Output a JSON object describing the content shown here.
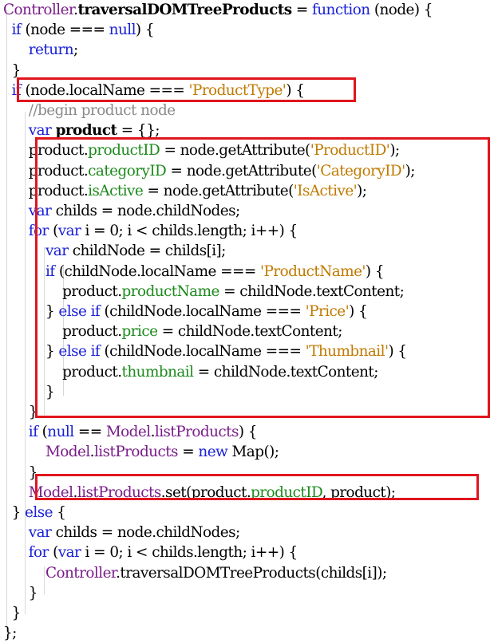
{
  "code_lines": [
    [
      {
        "t": "Controller",
        "c": "id"
      },
      {
        "t": ".",
        "c": ""
      },
      {
        "t": "traversalDOMTreeProducts",
        "c": "b"
      },
      {
        "t": " = ",
        "c": ""
      },
      {
        "t": "function",
        "c": "kw"
      },
      {
        "t": " (node) {",
        "c": ""
      }
    ],
    [
      {
        "t": "  ",
        "c": ""
      },
      {
        "t": "if",
        "c": "kw"
      },
      {
        "t": " (node === ",
        "c": ""
      },
      {
        "t": "null",
        "c": "kw"
      },
      {
        "t": ") {",
        "c": ""
      }
    ],
    [
      {
        "t": "      ",
        "c": ""
      },
      {
        "t": "return",
        "c": "kw"
      },
      {
        "t": ";",
        "c": ""
      }
    ],
    [
      {
        "t": "  }",
        "c": ""
      }
    ],
    [
      {
        "t": "  ",
        "c": ""
      },
      {
        "t": "if",
        "c": "kw"
      },
      {
        "t": " (node.localName === ",
        "c": ""
      },
      {
        "t": "'ProductType'",
        "c": "st"
      },
      {
        "t": ") {",
        "c": ""
      }
    ],
    [
      {
        "t": "      ",
        "c": ""
      },
      {
        "t": "//begin product node",
        "c": "cm"
      }
    ],
    [
      {
        "t": "      ",
        "c": ""
      },
      {
        "t": "var",
        "c": "kw"
      },
      {
        "t": " ",
        "c": ""
      },
      {
        "t": "product",
        "c": "b"
      },
      {
        "t": " = {};",
        "c": ""
      }
    ],
    [
      {
        "t": "      product.",
        "c": ""
      },
      {
        "t": "productID",
        "c": "pr"
      },
      {
        "t": " = node.getAttribute(",
        "c": ""
      },
      {
        "t": "'ProductID'",
        "c": "st"
      },
      {
        "t": ");",
        "c": ""
      }
    ],
    [
      {
        "t": "      product.",
        "c": ""
      },
      {
        "t": "categoryID",
        "c": "pr"
      },
      {
        "t": " = node.getAttribute(",
        "c": ""
      },
      {
        "t": "'CategoryID'",
        "c": "st"
      },
      {
        "t": ");",
        "c": ""
      }
    ],
    [
      {
        "t": "      product.",
        "c": ""
      },
      {
        "t": "isActive",
        "c": "pr"
      },
      {
        "t": " = node.getAttribute(",
        "c": ""
      },
      {
        "t": "'IsActive'",
        "c": "st"
      },
      {
        "t": ");",
        "c": ""
      }
    ],
    [
      {
        "t": "      ",
        "c": ""
      },
      {
        "t": "var",
        "c": "kw"
      },
      {
        "t": " childs = node.childNodes;",
        "c": ""
      }
    ],
    [
      {
        "t": "      ",
        "c": ""
      },
      {
        "t": "for",
        "c": "kw"
      },
      {
        "t": " (",
        "c": ""
      },
      {
        "t": "var",
        "c": "kw"
      },
      {
        "t": " i = 0; i < childs.length; i++) {",
        "c": ""
      }
    ],
    [
      {
        "t": "          ",
        "c": ""
      },
      {
        "t": "var",
        "c": "kw"
      },
      {
        "t": " childNode = childs[i];",
        "c": ""
      }
    ],
    [
      {
        "t": "          ",
        "c": ""
      },
      {
        "t": "if",
        "c": "kw"
      },
      {
        "t": " (childNode.localName === ",
        "c": ""
      },
      {
        "t": "'ProductName'",
        "c": "st"
      },
      {
        "t": ") {",
        "c": ""
      }
    ],
    [
      {
        "t": "              product.",
        "c": ""
      },
      {
        "t": "productName",
        "c": "pr"
      },
      {
        "t": " = childNode.textContent;",
        "c": ""
      }
    ],
    [
      {
        "t": "          } ",
        "c": ""
      },
      {
        "t": "else if",
        "c": "kw"
      },
      {
        "t": " (childNode.localName === ",
        "c": ""
      },
      {
        "t": "'Price'",
        "c": "st"
      },
      {
        "t": ") {",
        "c": ""
      }
    ],
    [
      {
        "t": "              product.",
        "c": ""
      },
      {
        "t": "price",
        "c": "pr"
      },
      {
        "t": " = childNode.textContent;",
        "c": ""
      }
    ],
    [
      {
        "t": "          } ",
        "c": ""
      },
      {
        "t": "else if",
        "c": "kw"
      },
      {
        "t": " (childNode.localName === ",
        "c": ""
      },
      {
        "t": "'Thumbnail'",
        "c": "st"
      },
      {
        "t": ") {",
        "c": ""
      }
    ],
    [
      {
        "t": "              product.",
        "c": ""
      },
      {
        "t": "thumbnail",
        "c": "pr"
      },
      {
        "t": " = childNode.textContent;",
        "c": ""
      }
    ],
    [
      {
        "t": "          }",
        "c": ""
      }
    ],
    [
      {
        "t": "      }",
        "c": ""
      }
    ],
    [
      {
        "t": "      ",
        "c": ""
      },
      {
        "t": "if",
        "c": "kw"
      },
      {
        "t": " (",
        "c": ""
      },
      {
        "t": "null",
        "c": "kw"
      },
      {
        "t": " == ",
        "c": ""
      },
      {
        "t": "Model",
        "c": "id"
      },
      {
        "t": ".",
        "c": ""
      },
      {
        "t": "listProducts",
        "c": "id"
      },
      {
        "t": ") {",
        "c": ""
      }
    ],
    [
      {
        "t": "          ",
        "c": ""
      },
      {
        "t": "Model",
        "c": "id"
      },
      {
        "t": ".",
        "c": ""
      },
      {
        "t": "listProducts",
        "c": "id"
      },
      {
        "t": " = ",
        "c": ""
      },
      {
        "t": "new",
        "c": "kw"
      },
      {
        "t": " Map();",
        "c": ""
      }
    ],
    [
      {
        "t": "      }",
        "c": ""
      }
    ],
    [
      {
        "t": "      ",
        "c": ""
      },
      {
        "t": "Model",
        "c": "id"
      },
      {
        "t": ".",
        "c": ""
      },
      {
        "t": "listProducts",
        "c": "id"
      },
      {
        "t": ".set(product.",
        "c": ""
      },
      {
        "t": "productID",
        "c": "pr"
      },
      {
        "t": ", product);",
        "c": ""
      }
    ],
    [
      {
        "t": "  } ",
        "c": ""
      },
      {
        "t": "else",
        "c": "kw"
      },
      {
        "t": " {",
        "c": ""
      }
    ],
    [
      {
        "t": "      ",
        "c": ""
      },
      {
        "t": "var",
        "c": "kw"
      },
      {
        "t": " childs = node.childNodes;",
        "c": ""
      }
    ],
    [
      {
        "t": "      ",
        "c": ""
      },
      {
        "t": "for",
        "c": "kw"
      },
      {
        "t": " (",
        "c": ""
      },
      {
        "t": "var",
        "c": "kw"
      },
      {
        "t": " i = 0; i < childs.length; i++) {",
        "c": ""
      }
    ],
    [
      {
        "t": "          ",
        "c": ""
      },
      {
        "t": "Controller",
        "c": "id"
      },
      {
        "t": ".traversalDOMTreeProducts(childs[i]);",
        "c": ""
      }
    ],
    [
      {
        "t": "      }",
        "c": ""
      }
    ],
    [
      {
        "t": "  }",
        "c": ""
      }
    ],
    [
      {
        "t": "};",
        "c": ""
      }
    ]
  ],
  "colors": {
    "keyword": "#1a21d6",
    "identifier": "#7a1d8a",
    "property": "#1c8a1c",
    "string": "#c07a00",
    "comment": "#8a8a8a",
    "highlight_box": "#e0151e"
  }
}
